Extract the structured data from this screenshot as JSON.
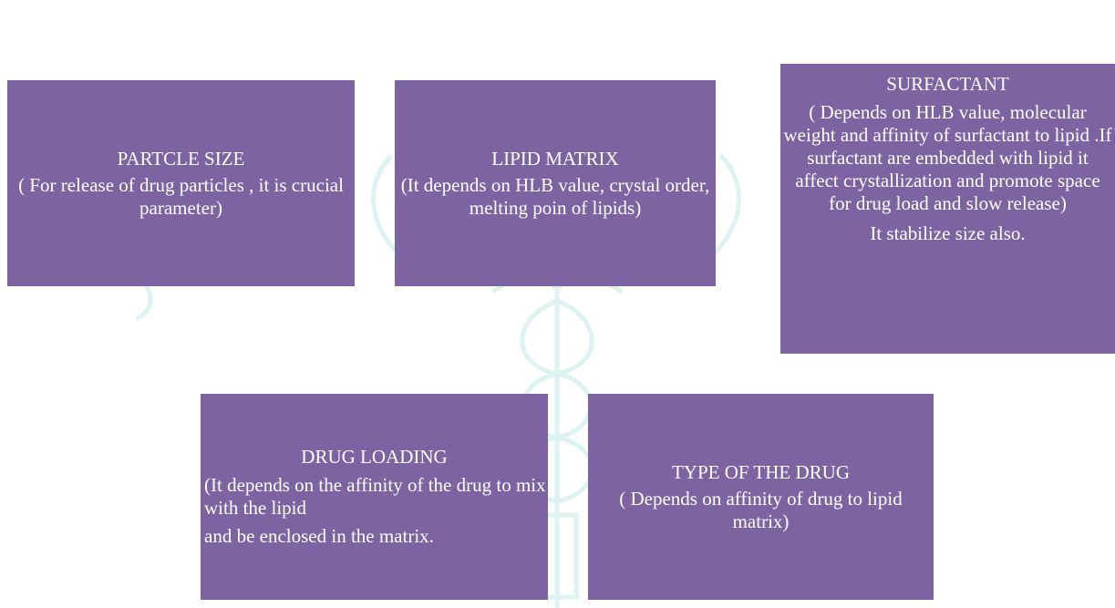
{
  "boxes": {
    "particle_size": {
      "title": "PARTCLE SIZE",
      "body": "( For release of drug particles , it is crucial parameter)"
    },
    "lipid_matrix": {
      "title": "LIPID MATRIX",
      "body": "(It depends on HLB value, crystal order, melting poin of lipids)"
    },
    "surfactant": {
      "title": "SURFACTANT",
      "body": "( Depends on HLB value, molecular weight and affinity of surfactant to lipid .If surfactant are embedded with lipid it affect crystallization and promote space for drug load and slow release)",
      "extra": "It  stabilize size also."
    },
    "drug_loading": {
      "title": "DRUG LOADING",
      "body": "(It depends on the affinity of the drug to mix with the lipid",
      "extra": "and be enclosed in the matrix."
    },
    "type_of_drug": {
      "title": "TYPE OF THE DRUG",
      "body": "( Depends on affinity of drug to lipid matrix)"
    }
  },
  "colors": {
    "box_fill": "#7d63a2",
    "box_text": "#ffffff",
    "watermark": "#d6f1ef"
  },
  "watermark_icon": "caduceus-watermark"
}
